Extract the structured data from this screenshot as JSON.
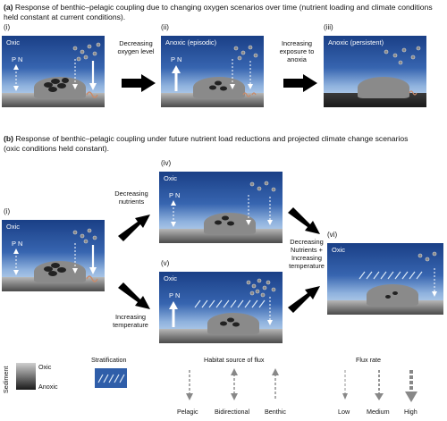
{
  "section_a": {
    "letter": "(a)",
    "title": "Response of benthic–pelagic coupling due to changing oxygen scenarios over time (nutrient loading and climate conditions held constant at current conditions)."
  },
  "section_b": {
    "letter": "(b)",
    "title": "Response of benthic–pelagic coupling under future nutrient load reductions and projected climate change scenarios (oxic conditions held constant)."
  },
  "panels": {
    "a_i": {
      "roman": "(i)",
      "label": "Oxic"
    },
    "a_ii": {
      "roman": "(ii)",
      "label": "Anoxic (episodic)"
    },
    "a_iii": {
      "roman": "(iii)",
      "label": "Anoxic (persistent)"
    },
    "b_i": {
      "roman": "(i)",
      "label": "Oxic"
    },
    "b_iv": {
      "roman": "(iv)",
      "label": "Oxic"
    },
    "b_v": {
      "roman": "(v)",
      "label": "Oxic"
    },
    "b_vi": {
      "roman": "(vi)",
      "label": "Oxic"
    }
  },
  "pn_label": "P  N",
  "transitions": {
    "decreasing_oxygen": "Decreasing oxygen level",
    "increasing_exposure": "Increasing exposure to anoxia",
    "decreasing_nutrients": "Decreasing nutrients",
    "increasing_temperature": "Increasing temperature",
    "combined": "Decreasing Nutrients + Increasing temperature"
  },
  "legend": {
    "sediment": "Sediment",
    "oxic": "Oxic",
    "anoxic": "Anoxic",
    "stratification": "Stratification",
    "habitat_title": "Habitat source of flux",
    "pelagic": "Pelagic",
    "bidirectional": "Bidirectional",
    "benthic": "Benthic",
    "flux_title": "Flux rate",
    "low": "Low",
    "medium": "Medium",
    "high": "High"
  },
  "colors": {
    "water_top": "#1a3f86",
    "water_bottom": "#d6e4f2",
    "mound": "#8a8a8a",
    "stratification": "#dce9f7",
    "worm": "#c98a6a",
    "arrow": "#000000"
  }
}
